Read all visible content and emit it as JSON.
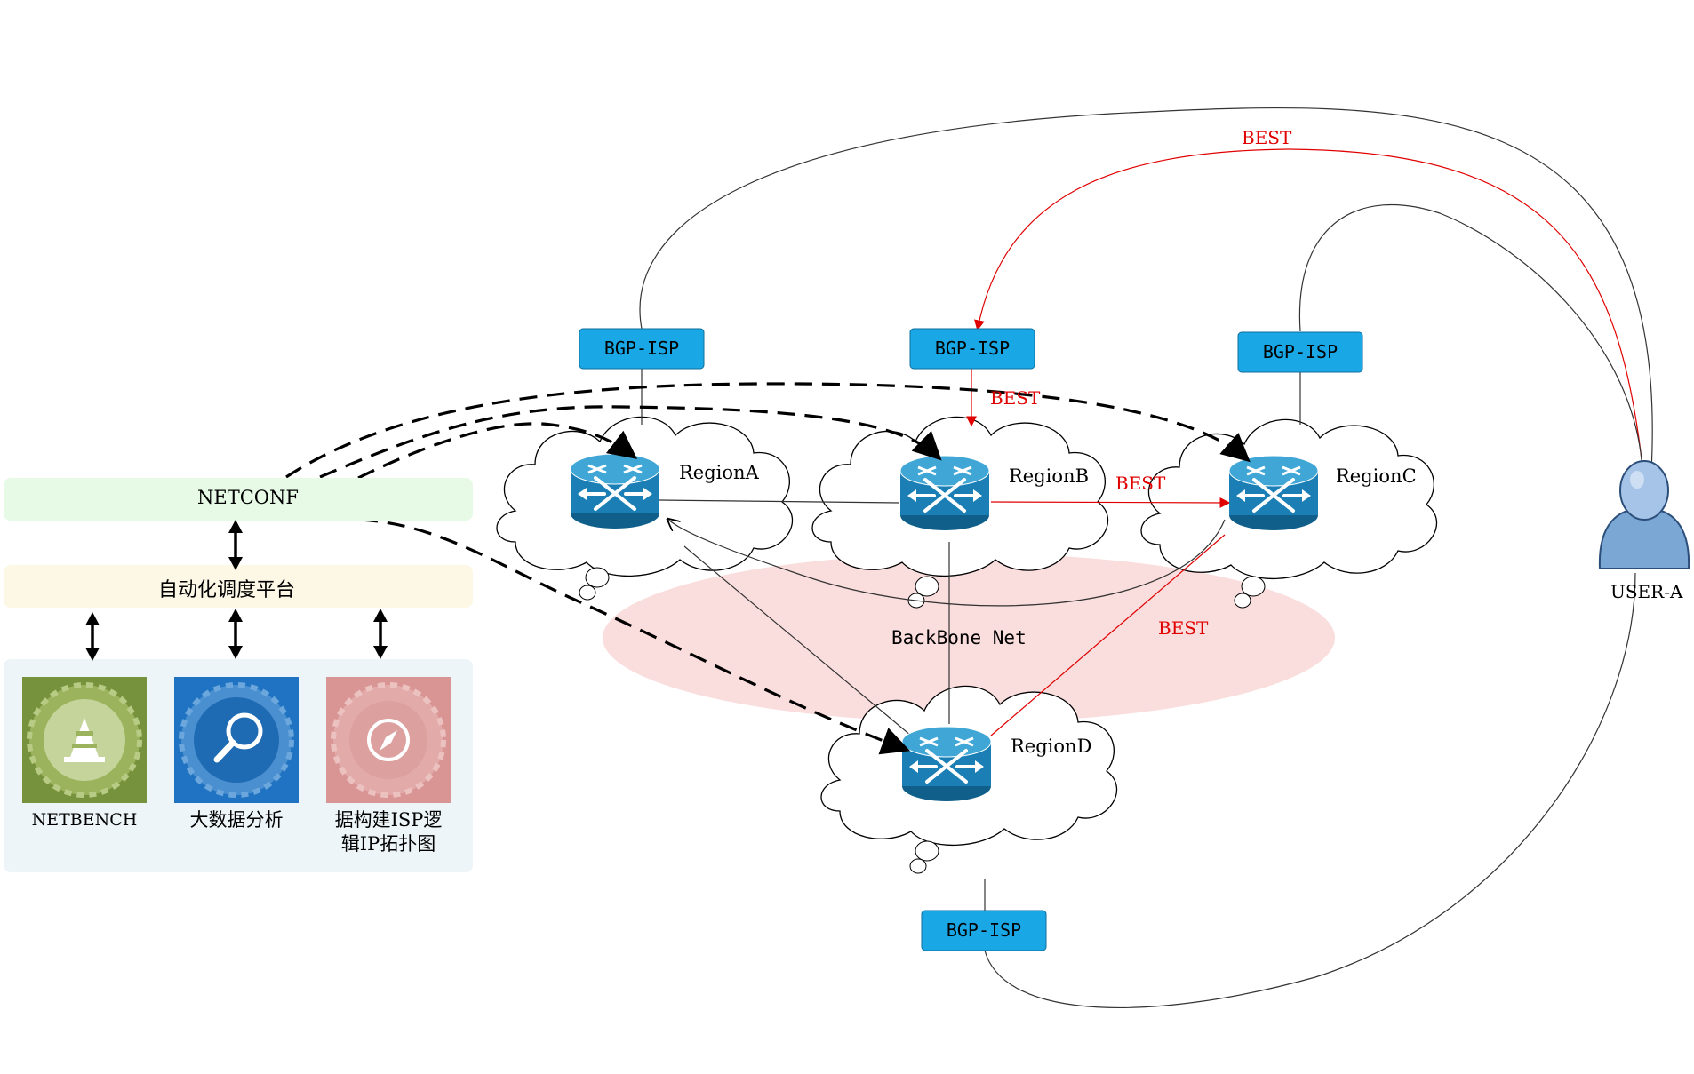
{
  "left_panel": {
    "netconf_label": "NETCONF",
    "platform_label": "自动化调度平台",
    "tiles": [
      {
        "label": "NETBENCH",
        "color": "#77923c",
        "icon": "traffic-cone-icon"
      },
      {
        "label": "大数据分析",
        "color": "#1f73c2",
        "icon": "magnifier-icon"
      },
      {
        "label_line1": "据构建ISP逻",
        "label_line2": "辑IP拓扑图",
        "color": "#d99594",
        "icon": "compass-icon"
      }
    ]
  },
  "network": {
    "regions": [
      "RegionA",
      "RegionB",
      "RegionC",
      "RegionD"
    ],
    "backbone_label": "BackBone Net",
    "isp_labels": [
      "BGP-ISP",
      "BGP-ISP",
      "BGP-ISP",
      "BGP-ISP"
    ],
    "best_labels": [
      "BEST",
      "BEST",
      "BEST",
      "BEST"
    ],
    "user_label": "USER-A"
  },
  "colors": {
    "isp_fill": "#1aa7e6",
    "router_fill": "#1b7fb5",
    "best_path": "#e00000",
    "backbone_fill": "#f9d9d9",
    "netconf_bg": "#e6fae6",
    "platform_bg": "#fdf8e6",
    "tools_bg": "#edf5f8"
  }
}
